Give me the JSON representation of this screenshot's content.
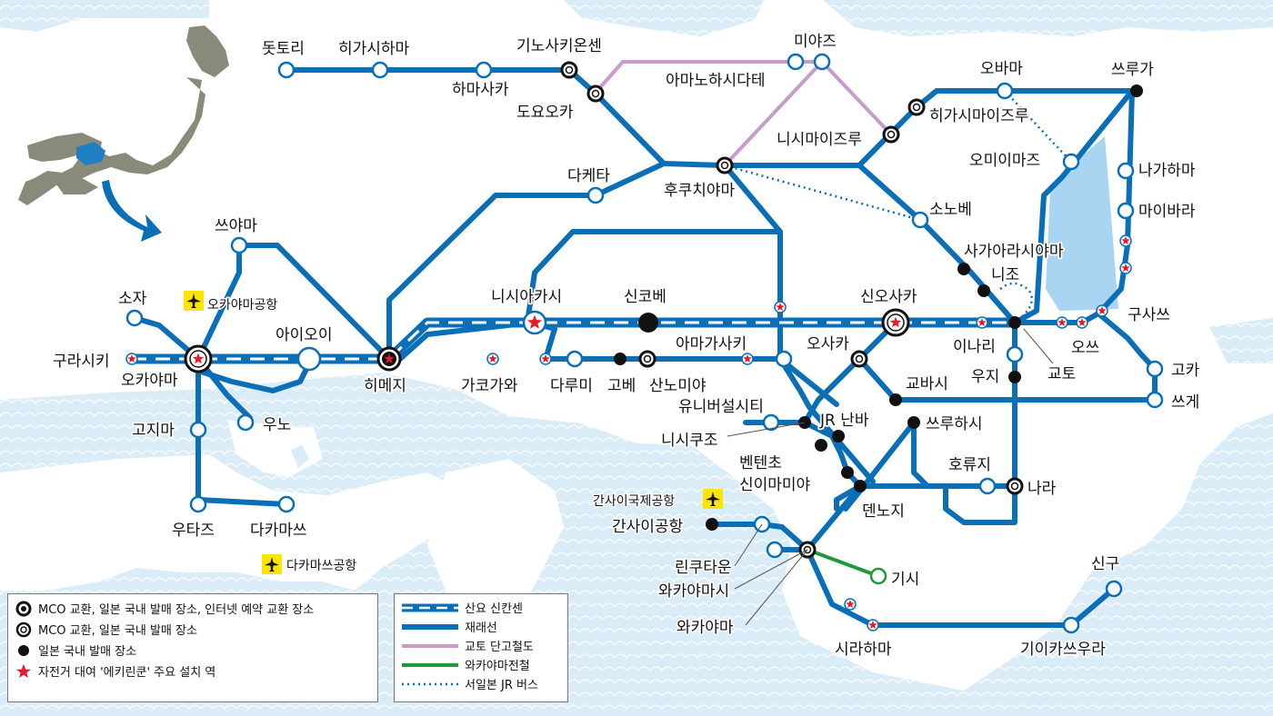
{
  "stations": {
    "dottori": "돗토리",
    "higashihama": "히가시하마",
    "hamasaka": "하마사카",
    "kinosaki": "기노사키온센",
    "toyooka": "도요오카",
    "miyazu": "미야즈",
    "amanohashidate": "아마노하시다테",
    "obama": "오바마",
    "tsuruga": "쓰루가",
    "higashimaizuru": "히가시마이즈루",
    "nishimaizuru": "니시마이즈루",
    "omiimazu": "오미이마즈",
    "nagahama": "나가하마",
    "maibara": "마이바라",
    "dakaeta": "다케타",
    "fukuchiyama": "후쿠치야마",
    "sonobe": "소노베",
    "sagaarashiyama": "사가아라시야마",
    "nijo": "니조",
    "tsuyama": "쓰야마",
    "soja": "소자",
    "okayama_airport": "오카야마공항",
    "aioi": "아이오이",
    "nishiakashi": "니시아카시",
    "shinkobe": "신코베",
    "shinosaka": "신오사카",
    "kusatsu": "구사쓰",
    "kurashiki": "구라시키",
    "okayama": "오카야마",
    "himeji": "히메지",
    "kakogawa": "가코가와",
    "tarumi": "다루미",
    "kobe": "고베",
    "sannomiya": "산노미야",
    "amagasaki": "아마가사키",
    "osaka": "오사카",
    "inari": "이나리",
    "kyoto": "교토",
    "otsu": "오쓰",
    "koka": "고카",
    "uji": "우지",
    "kyobashi": "교바시",
    "tsuge": "쓰게",
    "usj": "유니버설시티",
    "kojima": "고지마",
    "uno": "우노",
    "nishikujo": "니시쿠조",
    "jrnamba": "JR 난바",
    "tsuruhashi": "쓰루하시",
    "bentencho": "벤텐초",
    "shinimamiya": "신이마미야",
    "horyuji": "호류지",
    "nara": "나라",
    "tennoji": "덴노지",
    "utazu": "우타즈",
    "takamatsu": "다카마쓰",
    "kix_airport": "간사이국제공항",
    "kansai_airport": "간사이공항",
    "rinku": "린쿠타운",
    "wakayamashi": "와카야마시",
    "wakayama": "와카야마",
    "kishi": "기시",
    "shingu": "신구",
    "takamatsu_airport": "다카마쓰공항",
    "shirahama": "시라하마",
    "kiitsuura": "기이카쓰우라"
  },
  "legend_stations": {
    "items": [
      {
        "symbol": "mco-internet",
        "text": "MCO 교환, 일본 국내 발매 장소, 인터넷 예약 교환 장소"
      },
      {
        "symbol": "mco",
        "text": "MCO 교환, 일본 국내 발매 장소"
      },
      {
        "symbol": "ticket",
        "text": "일본 국내 발매 장소"
      },
      {
        "symbol": "bicycle",
        "text": "자전거 대여 '에키린쿤' 주요 설치 역"
      }
    ]
  },
  "legend_lines": {
    "items": [
      {
        "symbol": "shinkansen",
        "text": "산요 신칸센"
      },
      {
        "symbol": "conventional",
        "text": "재래선"
      },
      {
        "symbol": "tango",
        "text": "교토 단고철도"
      },
      {
        "symbol": "wakayama-electric",
        "text": "와카야마전철"
      },
      {
        "symbol": "bus",
        "text": "서일본 JR 버스"
      }
    ]
  },
  "colors": {
    "line": "#0a6fb7",
    "sea": "#d9ecf8",
    "lake": "#a9d5f2",
    "tango": "#c79ccb",
    "wakayama_electric": "#1e9a3a",
    "star": "#e8192c"
  }
}
